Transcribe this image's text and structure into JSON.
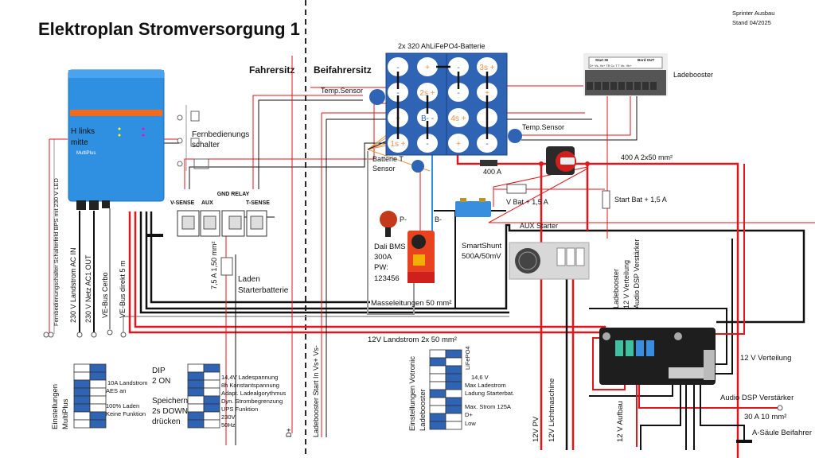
{
  "header": {
    "title": "Elektroplan Stromversorgung 1",
    "project": "Sprinter Ausbau",
    "date": "Stand 04/2025"
  },
  "zones": {
    "driver": "Fahrersitz",
    "passenger": "Beifahrersitz"
  },
  "multiplus": {
    "note_1": "H links",
    "note_2": "mitte",
    "brand_text": "MultiPlus",
    "body_color": "#2f8fe0",
    "band_color": "#f26a1e"
  },
  "remote": {
    "label_1": "Fernbedienungs",
    "label_2": "schalter"
  },
  "terminals": {
    "labels": [
      "V-SENSE",
      "AUX",
      "GND RELAY",
      "T-SENSE"
    ]
  },
  "battery": {
    "title": "2x 320 AhLiFePO4-Batterie",
    "color": "#2f64b5",
    "cells": [
      [
        "-",
        "+",
        "-",
        "3s +"
      ],
      [
        "-",
        "2s +",
        "-",
        "+"
      ],
      [
        "+",
        "B- -",
        "4s +",
        "-"
      ],
      [
        "1s +",
        "-",
        "+",
        "-"
      ]
    ]
  },
  "sensors": {
    "temp_left": "Temp.Sensor",
    "temp_right": "Temp.Sensor",
    "battery_t_1": "Batterie T",
    "battery_t_2": "Sensor"
  },
  "ladebooster": {
    "label": "Ladebooster",
    "header_left": "Start IN",
    "header_right": "Bord OUT",
    "pins": "D+  Vs-  Vs+  TR  Cc  T  T  Vb-  Vb+"
  },
  "fuses": {
    "main": "400 A",
    "main_cable": "400 A 2x50 mm²",
    "vbat": "V Bat + 1,5 A",
    "startbat": "Start Bat + 1,5 A",
    "aux_starter": "AUX Starter",
    "aux_7_5": "7,5 A 1,50 mm²"
  },
  "bms": {
    "p_minus": "P-",
    "b_minus": "B-",
    "lines": [
      "Dali BMS",
      "300A",
      "PW:",
      "123456"
    ]
  },
  "shunt": {
    "line_1": "SmartShunt",
    "line_2": "500A/50mV"
  },
  "ground": {
    "label": "Masseleitungen  50 mm²"
  },
  "charge_starter": {
    "line_1": "Laden",
    "line_2": "Starterbatterie"
  },
  "left_cables": [
    "Fernbedienungschalter Schalterfeld BPS mit 230 V LED",
    "230 V Landstrom AC IN",
    "230 V Netz AC1 OUT",
    "VE-Bus Cerbo",
    "VE-Bus direkt 5 m"
  ],
  "right_vertical": [
    "Ladebooster",
    "12 V Verteilung",
    "Audio DSP Verstärker"
  ],
  "distribution": {
    "label": "12 V Verteilung",
    "audio": "Audio DSP Verstärker",
    "audio_cable": "30 A 10 mm²",
    "a_pillar": "A-Säule Beifahrer"
  },
  "bottom_vertical": {
    "d_plus": "D+",
    "booster_in": "Ladebooster Start In Vs+ Vs-",
    "pv": "12V PV",
    "alternator": "12V Lichtmaschine",
    "aufbau": "12 V Aufbau"
  },
  "landstrom_12v": "12V  Landstrom 2x 50 mm²",
  "dip_multiplus": {
    "title_1": "Einstellungen",
    "title_2": "MultiPlus",
    "blue_side": [
      "right",
      "right",
      "left",
      "left",
      "left",
      "left",
      "right",
      "right"
    ],
    "notes": [
      "10A Landstrom",
      "AES an",
      "100% Laden",
      "Keine Funktion"
    ],
    "dip_1": "DIP",
    "dip_2": "2 ON",
    "save_1": "Speichern",
    "save_2": "2s DOWN",
    "save_3": "drücken"
  },
  "dip_multiplus_2": {
    "blue_side": [
      "right",
      "left",
      "left",
      "left",
      "right",
      "right",
      "left",
      "left"
    ],
    "notes": [
      "14,4V Ladespannung",
      "8h Konstantspannung",
      "Adapt. Ladealgorythmus",
      "Dyn. Strombegrenzung",
      "UPS Funktion",
      "230V",
      "50Hz"
    ]
  },
  "dip_votronic": {
    "title_1": "Einstellungen Votronic",
    "title_2": "Ladebooster",
    "blue_side": [
      "right",
      "left",
      "right",
      "right",
      "right",
      "left",
      "right",
      "right",
      "left",
      "left"
    ],
    "notes": [
      "LiFePO4",
      "14,6 V",
      "Max Ladestrom",
      "Ladung Starterbat.",
      "Max. Strom 125A",
      "D+",
      "Low"
    ]
  },
  "colors": {
    "positive": "#e2161b",
    "negative": "#111111",
    "dip_on": "#2f64b5",
    "bms_wire": "#2f8fe0"
  }
}
